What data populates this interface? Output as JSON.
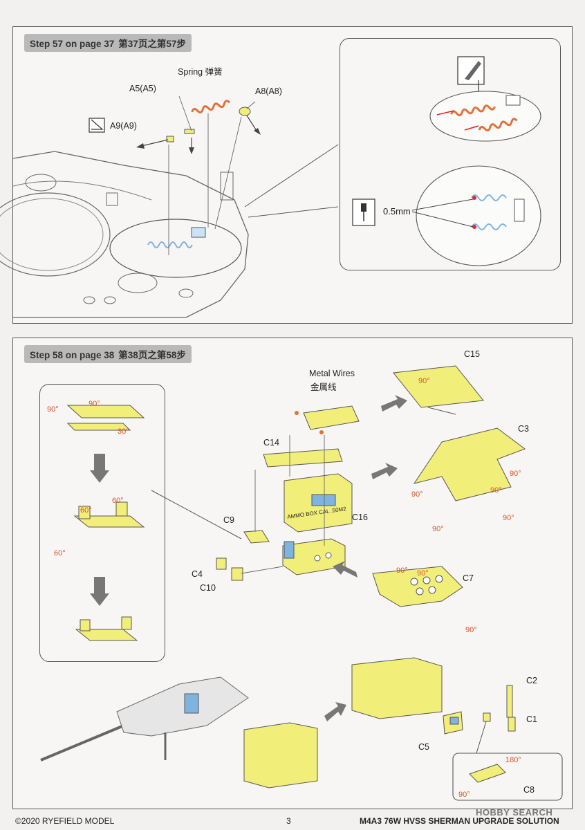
{
  "step57": {
    "title": "Step 57 on page 37",
    "title_zh": "第37页之第57步",
    "labels": {
      "spring": "Spring 弹簧",
      "a5": "A5(A5)",
      "a8": "A8(A8)",
      "a9": "A9(A9)",
      "wire_size": "0.5mm"
    },
    "icons": [
      "bend-icon",
      "knife-icon",
      "drill-icon"
    ]
  },
  "step58": {
    "title": "Step 58 on page 38",
    "title_zh": "第38页之第58步",
    "labels": {
      "metal_wires": "Metal Wires",
      "metal_wires_zh": "金属线",
      "c1": "C1",
      "c2": "C2",
      "c3": "C3",
      "c4": "C4",
      "c5": "C5",
      "c7": "C7",
      "c8": "C8",
      "c9": "C9",
      "c10": "C10",
      "c14": "C14",
      "c15": "C15",
      "c16": "C16"
    },
    "angles": {
      "inset_90a": "90°",
      "inset_90b": "90°",
      "inset_30": "30°",
      "inset_60a": "60°",
      "inset_60b": "60°",
      "inset_60c": "60°",
      "c15_90": "90°",
      "c3_90a": "90°",
      "c3_90b": "90°",
      "c3_90c": "90°",
      "c3_90d": "90°",
      "c3_90e": "90°",
      "c7_90a": "90°",
      "c7_90b": "90°",
      "c7_90c": "90°",
      "c8_180": "180°",
      "c8_90": "90°"
    },
    "ammo_text": "AMMO BOX CAL .50M2"
  },
  "colors": {
    "photoetch": "#f2ee7a",
    "spring": "#e2703a",
    "highlight": "#7fb4e0",
    "angle_text": "#d9542c"
  },
  "footer": {
    "copyright": "©2020 RYEFIELD MODEL",
    "page_number": "3",
    "product": "M4A3 76W HVSS SHERMAN UPGRADE SOLUTION"
  },
  "watermark": "HOBBY SEARCH"
}
